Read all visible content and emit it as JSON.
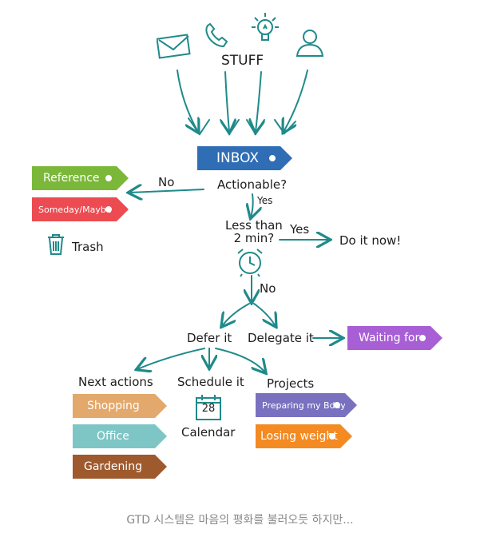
{
  "header": {
    "stuff_label": "STUFF"
  },
  "inbox": {
    "label": "INBOX",
    "color": "#2f6db5"
  },
  "decisions": {
    "actionable": "Actionable?",
    "yes1": "Yes",
    "no1": "No",
    "less_than_line1": "Less than",
    "less_than_line2": "2 min?",
    "yes2": "Yes",
    "do_it_now": "Do it now!",
    "no2": "No",
    "defer_it": "Defer it",
    "delegate_it": "Delegate it"
  },
  "non_actionable": {
    "reference": {
      "label": "Reference",
      "color": "#7bb83a"
    },
    "someday": {
      "label": "Someday/Maybe",
      "color": "#ec4b52"
    },
    "trash": "Trash"
  },
  "waiting": {
    "label": "Waiting for",
    "color": "#a85fd6"
  },
  "branches": {
    "next_actions": "Next actions",
    "schedule_it": "Schedule it",
    "projects": "Projects",
    "calendar_label": "Calendar",
    "calendar_day": "28"
  },
  "next_action_tags": [
    {
      "label": "Shopping",
      "color": "#e3a86b"
    },
    {
      "label": "Office",
      "color": "#7ec6c6"
    },
    {
      "label": "Gardening",
      "color": "#9e5a2d"
    }
  ],
  "project_tags": [
    {
      "label": "Preparing my Bday",
      "color": "#7a70c0"
    },
    {
      "label": "Losing weight",
      "color": "#f38a22"
    }
  ],
  "caption": "GTD 시스템은 마음의 평화를 불러오듯 하지만..."
}
